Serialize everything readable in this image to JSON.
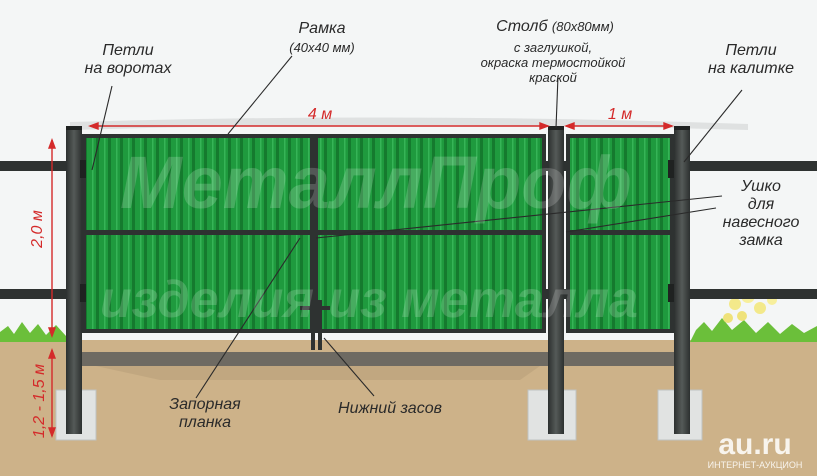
{
  "labels": {
    "gate_hinges": "Петли\nна воротах",
    "frame": "Рамка",
    "frame_size": "(40x40 мм)",
    "post_title": "Столб",
    "post_size": "(80x80мм)",
    "post_desc": "с заглушкой,\nокраска термостойкой\nкраской",
    "wicket_hinges": "Петли\nна калитке",
    "width_gate": "4 м",
    "width_wicket": "1 м",
    "height": "2,0 м",
    "depth": "1,2 - 1,5 м",
    "lock_ear": "Ушко\nдля\nнавесного\nзамка",
    "lock_plate": "Запорная\nпланка",
    "bottom_bolt": "Нижний засов"
  },
  "watermark": {
    "line1": "МеталлПроф",
    "line2": "изделия из металла",
    "site": "au.ru",
    "site_sub": "ИНТЕРНЕТ-АУКЦИОН"
  },
  "colors": {
    "panel": "#1f9a3e",
    "panel_dark": "#157a2e",
    "post": "#3b3f3e",
    "rail": "#2e3231",
    "soil": "#c9b087",
    "grass": "#6bbf3a",
    "accent_red": "#d42a2a"
  }
}
